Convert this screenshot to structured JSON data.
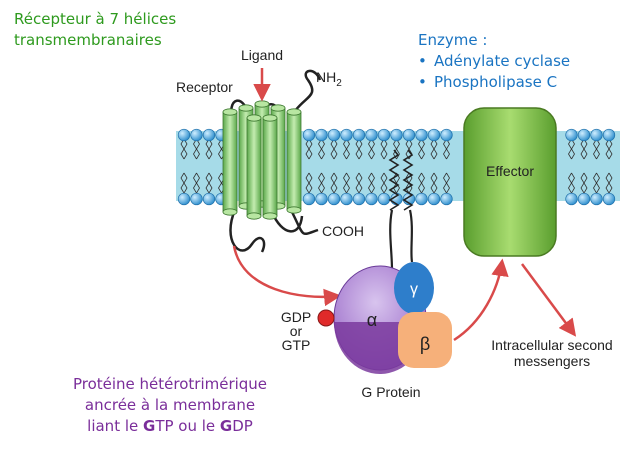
{
  "colors": {
    "green_text": "#2e9a1e",
    "blue_text": "#1a74c2",
    "purple_text": "#7a2e9a",
    "membrane": "#9fd8e6",
    "lipid_head": "#3a9ed8",
    "receptor": "#8fd07a",
    "effector": "#7cc04a",
    "alpha": "#9a6ac8",
    "gamma": "#2e7ecb",
    "beta": "#f6b07a",
    "gdp": "#e02a2a",
    "arrow": "#d94a4a"
  },
  "annotations": {
    "receptor_line1": "Récepteur à 7 hélices",
    "receptor_line2": "transmembranaires",
    "enzyme_title": "Enzyme :",
    "enzyme_items": [
      "Adénylate cyclase",
      "Phospholipase C"
    ],
    "gprotein_line1": "Protéine hétérotrimérique",
    "gprotein_line2": "ancrée à la membrane",
    "gprotein_line3_a": "liant le ",
    "gprotein_line3_b": "G",
    "gprotein_line3_c": "TP ou le ",
    "gprotein_line3_d": "G",
    "gprotein_line3_e": "DP"
  },
  "labels": {
    "ligand": "Ligand",
    "receptor": "Receptor",
    "nh2": "NH",
    "nh2_sub": "2",
    "cooh": "COOH",
    "effector": "Effector",
    "alpha": "α",
    "beta": "β",
    "gamma": "γ",
    "gdp": "GDP",
    "or": "or",
    "gtp": "GTP",
    "g_protein": "G Protein",
    "intracellular_1": "Intracellular second",
    "intracellular_2": "messengers"
  }
}
